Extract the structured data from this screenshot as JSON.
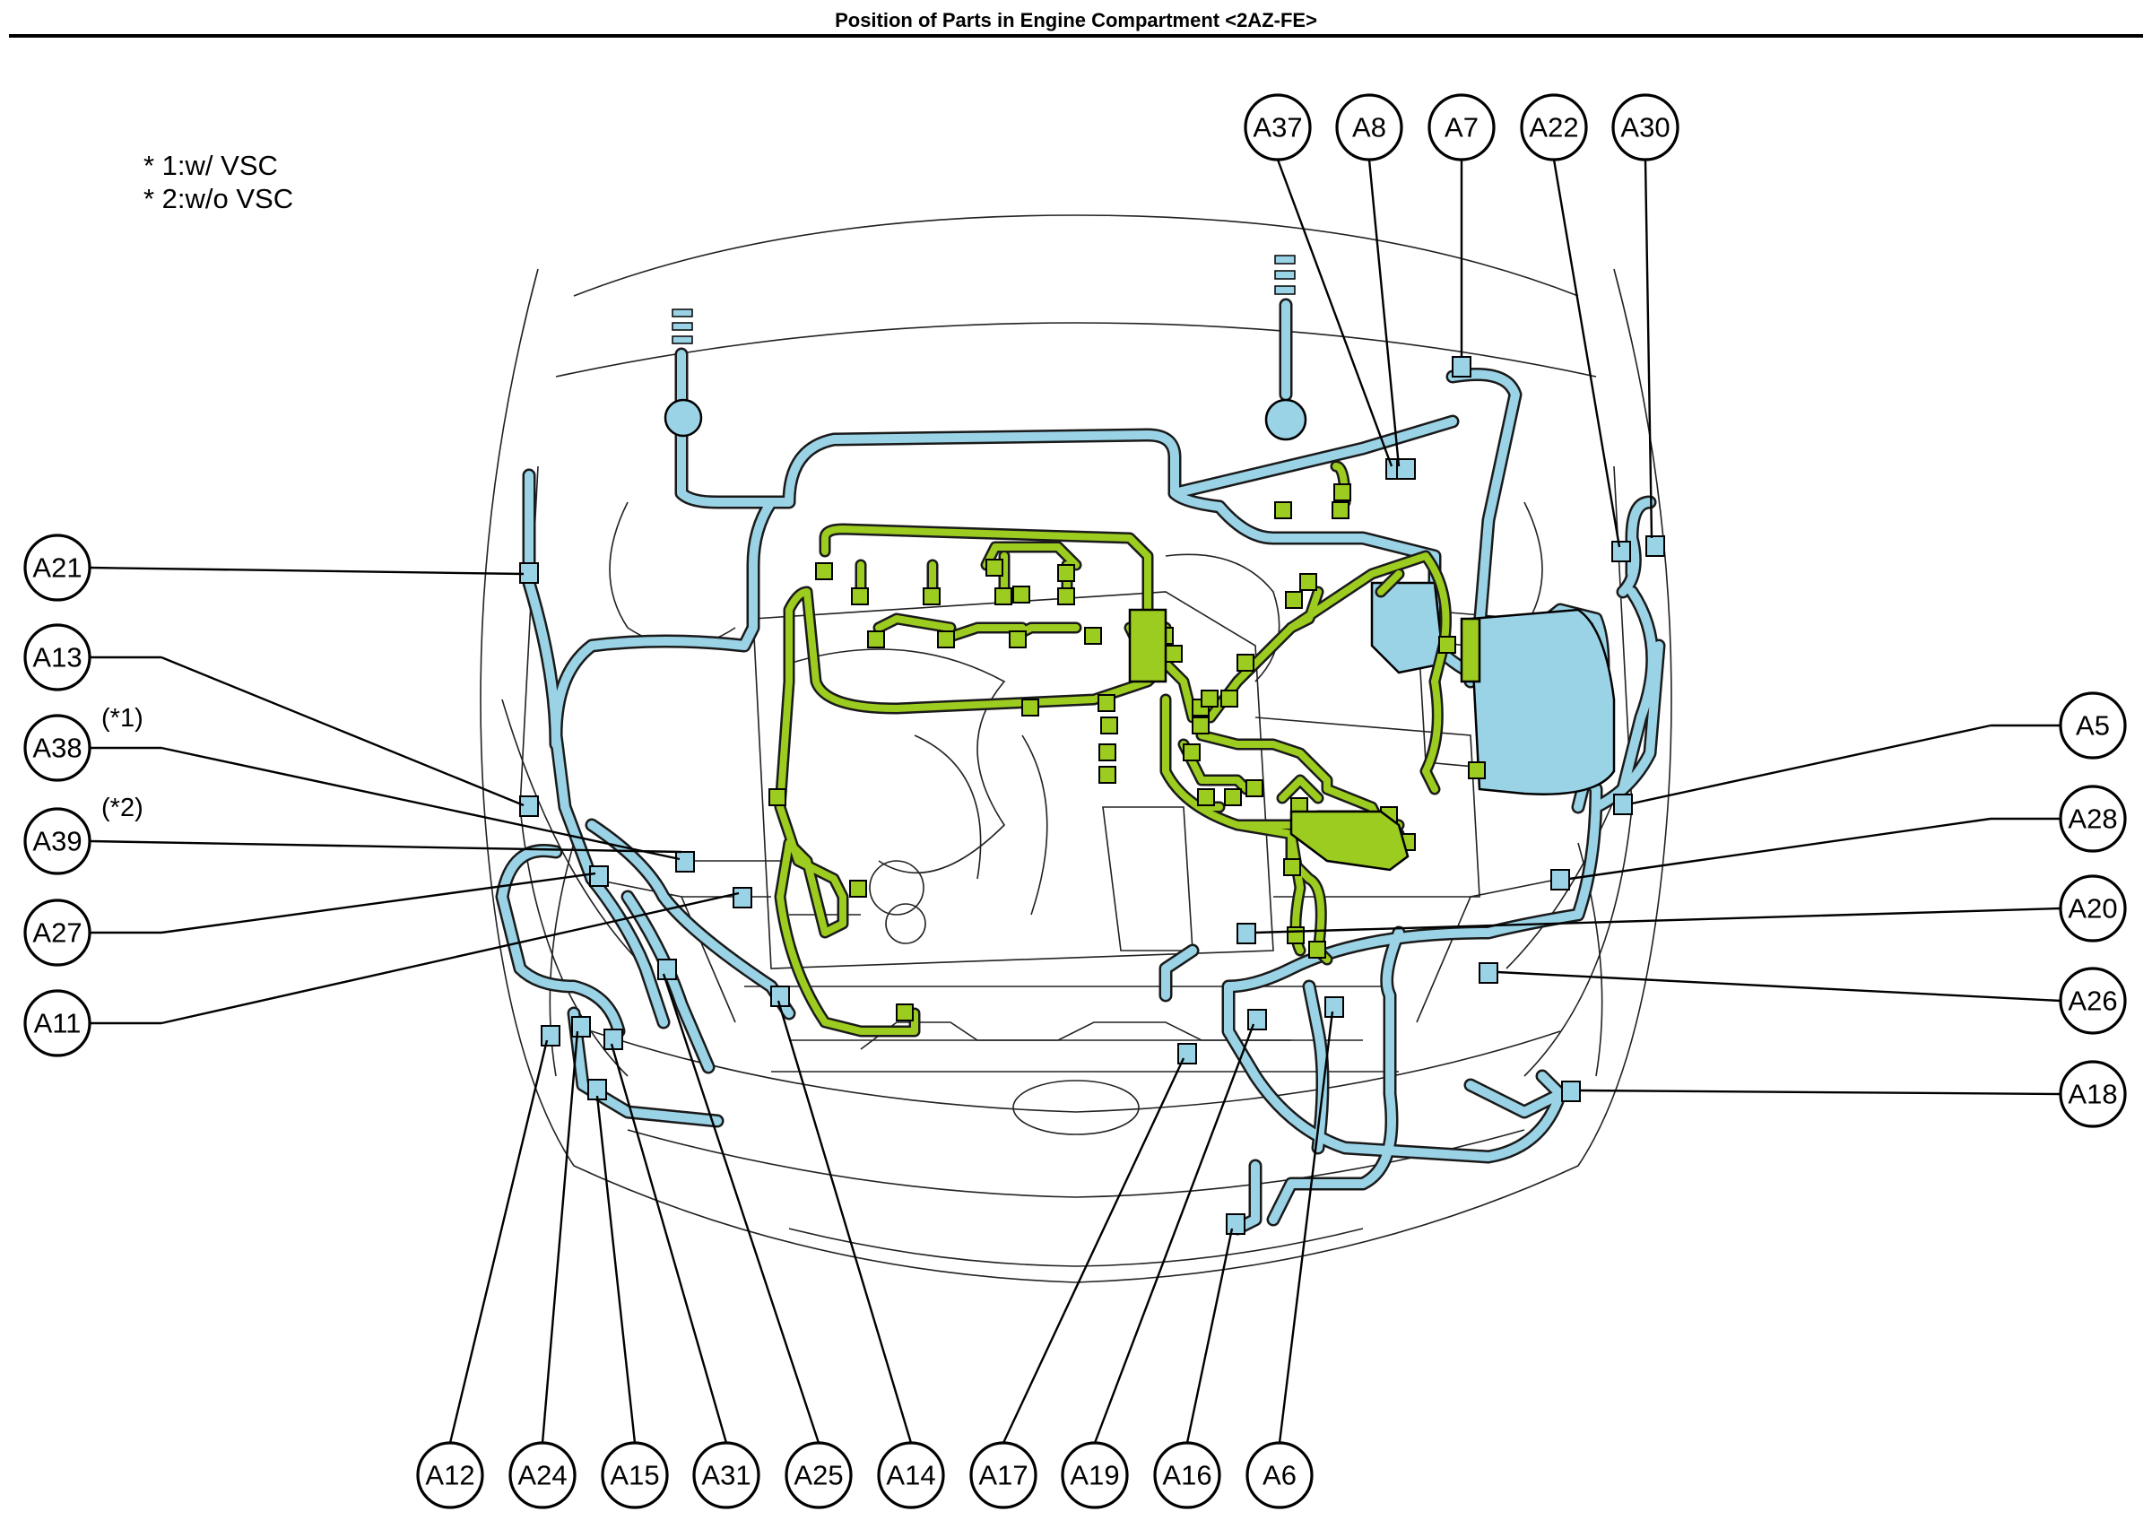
{
  "title": "Position of Parts in Engine Compartment <2AZ-FE>",
  "notes": [
    "* 1:w/ VSC",
    "* 2:w/o VSC"
  ],
  "options": {
    "a38": "(*1)",
    "a39": "(*2)"
  },
  "colors": {
    "engine_room_harness": "#9bd3e6",
    "engine_wire": "#9ccc1f",
    "outline": "#000000"
  },
  "labels": {
    "A37": "A37",
    "A8": "A8",
    "A7": "A7",
    "A22": "A22",
    "A30": "A30",
    "A21": "A21",
    "A13": "A13",
    "A38": "A38",
    "A39": "A39",
    "A27": "A27",
    "A11": "A11",
    "A5": "A5",
    "A28": "A28",
    "A20": "A20",
    "A26": "A26",
    "A18": "A18",
    "A12": "A12",
    "A24": "A24",
    "A15": "A15",
    "A31": "A31",
    "A25": "A25",
    "A14": "A14",
    "A17": "A17",
    "A19": "A19",
    "A16": "A16",
    "A6": "A6"
  }
}
